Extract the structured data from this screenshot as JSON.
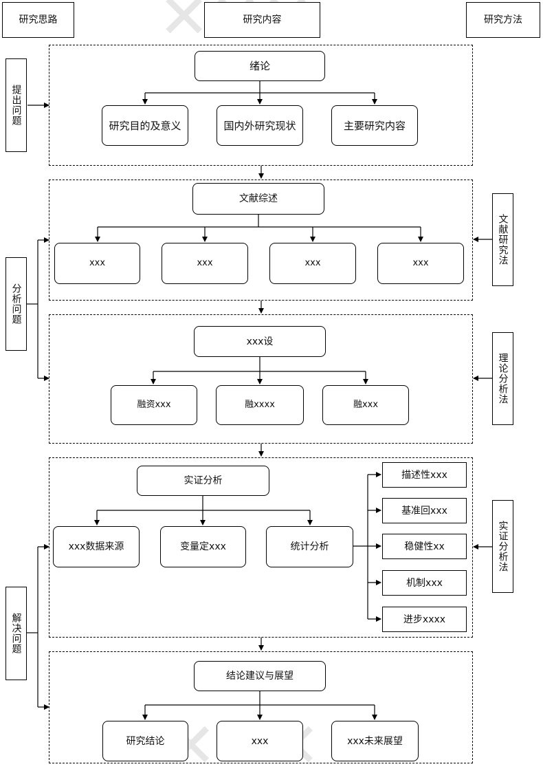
{
  "header": {
    "left": "研究思路",
    "center": "研究内容",
    "right": "研究方法"
  },
  "left_labels": {
    "raise": "提出问题",
    "analyze": "分析问题",
    "solve": "解决问题"
  },
  "right_labels": {
    "literature": "文献研究法",
    "theory": "理论分析法",
    "empirical": "实证分析法"
  },
  "sections": {
    "intro": {
      "title": "绪论",
      "items": [
        "研究目的及意义",
        "国内外研究现状",
        "主要研究内容"
      ]
    },
    "review": {
      "title": "文献综述",
      "items": [
        "xxx",
        "xxx",
        "xxx",
        "xxx"
      ]
    },
    "hypothesis": {
      "title": "xxx设",
      "items": [
        "融资xxx",
        "融xxxx",
        "融xxx"
      ]
    },
    "empirical": {
      "title": "实证分析",
      "items": [
        "xxx数据来源",
        "变量定xxx",
        "统计分析"
      ],
      "sub_items": [
        "描述性xxx",
        "基准回xxx",
        "稳健性xx",
        "机制xxx",
        "进步xxxx"
      ]
    },
    "conclusion": {
      "title": "结论建议与展望",
      "items": [
        "研究结论",
        "xxx",
        "xxx未来展望"
      ]
    }
  }
}
